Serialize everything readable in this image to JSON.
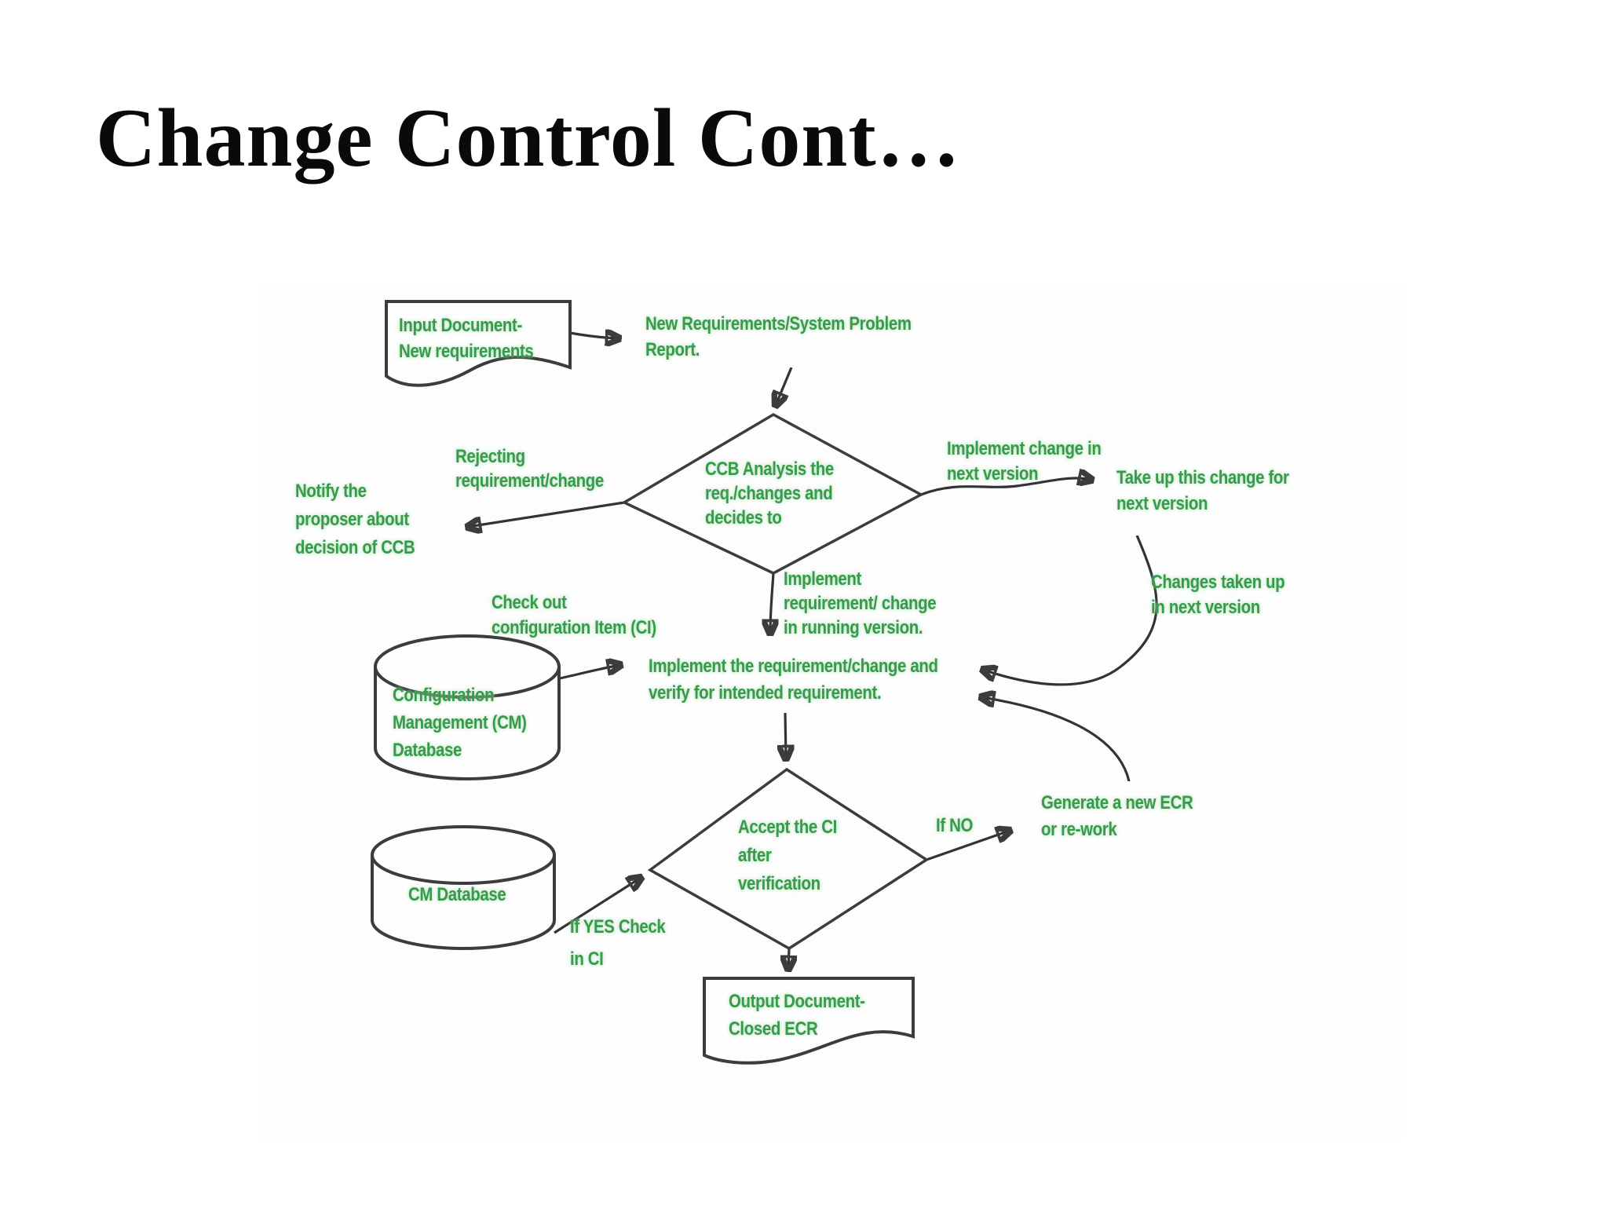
{
  "page": {
    "title": "Change Control Cont…"
  },
  "colors": {
    "background": "#ffffff",
    "title_text": "#0a0a0a",
    "diagram_text_green": "#389a4c",
    "shape_stroke": "#3c3c3c",
    "arrow_stroke": "#333333"
  },
  "flowchart": {
    "nodes": {
      "input_document": {
        "shape": "document",
        "label": "Input Document-\nNew requirements"
      },
      "new_requirements": {
        "shape": "rounded-rect",
        "label": "New Requirements/System Problem\nReport."
      },
      "ccb_analysis": {
        "shape": "diamond",
        "label": "CCB Analysis the\nreq./changes and\ndecides to"
      },
      "notify_proposer": {
        "shape": "rounded-rect",
        "label": "Notify the\nproposer about\ndecision of CCB"
      },
      "take_up_change": {
        "shape": "rounded-rect",
        "label": "Take up this change for\nnext version"
      },
      "cm_database_main": {
        "shape": "cylinder",
        "label": "Configuration\nManagement (CM)\nDatabase"
      },
      "implement_verify": {
        "shape": "rect",
        "label": "Implement the requirement/change and\nverify for intended requirement."
      },
      "accept_ci": {
        "shape": "diamond",
        "label": "Accept the CI\nafter\nverification"
      },
      "generate_ecr": {
        "shape": "rounded-rect",
        "label": "Generate a new ECR\nor re-work"
      },
      "cm_database_small": {
        "shape": "cylinder",
        "label": "CM Database"
      },
      "output_document": {
        "shape": "document",
        "label": "Output Document-\nClosed ECR"
      }
    },
    "edge_labels": {
      "rejecting": "Rejecting\nrequirement/change",
      "implement_next_version": "Implement change in\nnext version",
      "implement_running": "Implement\nrequirement/ change\nin running version.",
      "changes_taken_up": "Changes taken up\nin next version",
      "check_out": "Check out\nconfiguration Item (CI)",
      "if_no": "If NO",
      "if_yes": "If YES Check\nin CI"
    }
  }
}
